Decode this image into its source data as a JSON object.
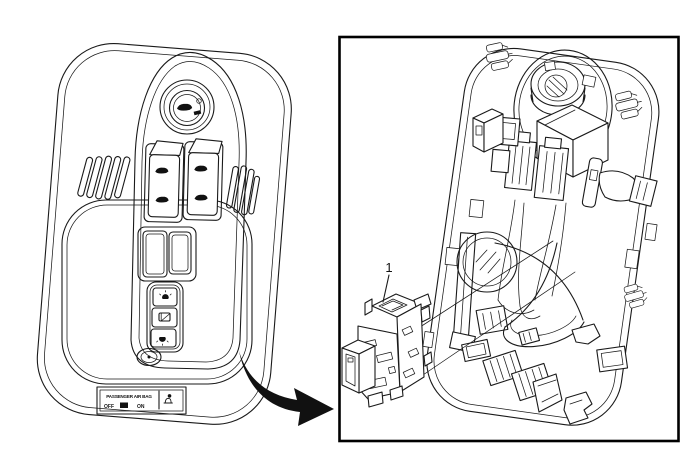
{
  "figure": {
    "callout": {
      "label": "1"
    },
    "airbag_plate": {
      "title": "PASSENGER AIR BAG",
      "off": "OFF",
      "on": "ON"
    }
  },
  "icons": {
    "sunroof-car-icon": "car-silhouette-glyph",
    "dome-lamp-icon": "bulb-with-rays-glyph",
    "sunshade-icon": "panel-with-diagonal-glyph",
    "airbag-passenger-icon": "seated-figure-glyph",
    "detail-arrow-icon": "thick-curved-arrow-right"
  },
  "colors": {
    "line": "#1a1a1a",
    "background": "#ffffff",
    "arrow": "#000000"
  }
}
